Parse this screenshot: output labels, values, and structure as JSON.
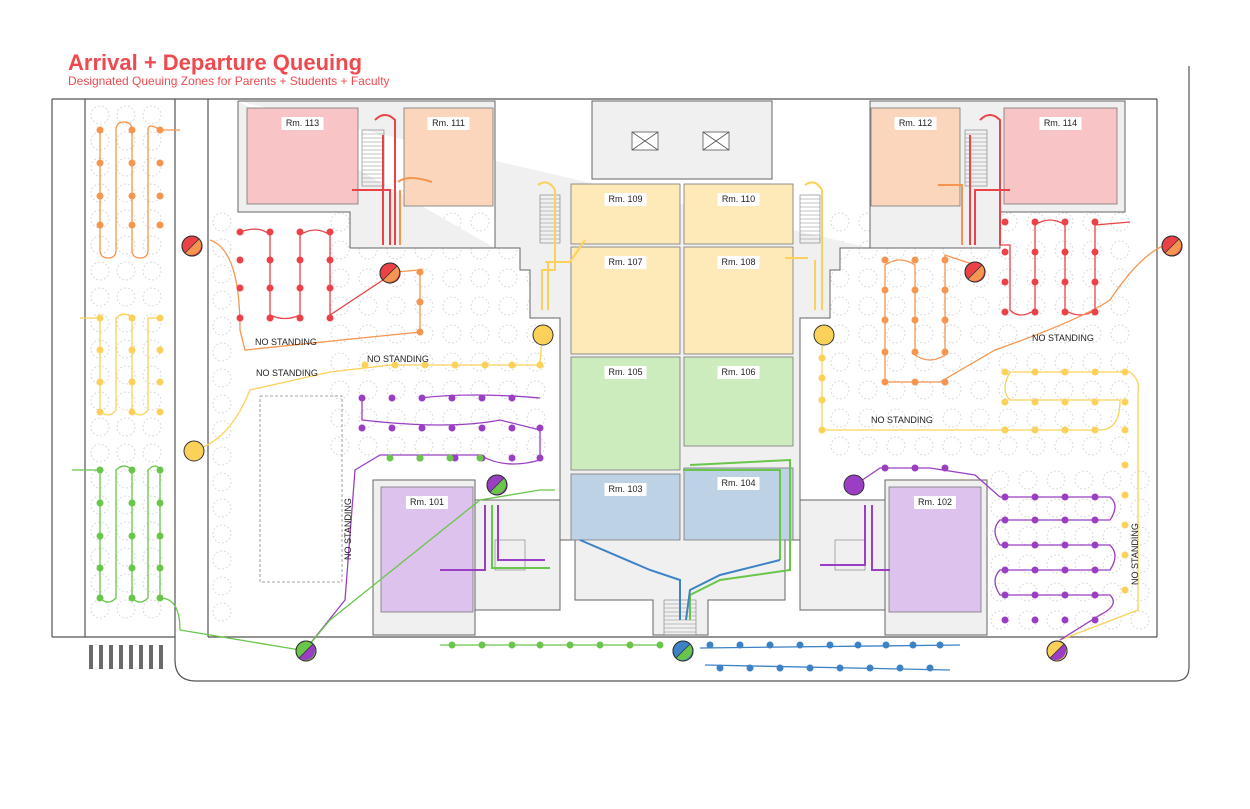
{
  "title": "Arrival + Departure Queuing",
  "subtitle": "Designated Queuing Zones for Parents + Students + Faculty",
  "colors": {
    "red": "#ec4247",
    "orange": "#f6954f",
    "yellow": "#fcd159",
    "purple": "#9a3fc4",
    "green": "#69c64a",
    "blue": "#3d82c6",
    "room_red": "#f8c4c6",
    "room_orange": "#fbd6bd",
    "room_yellow": "#fdeab8",
    "room_green": "#cdecbe",
    "room_blue": "#bed2e6",
    "room_purple": "#dcc2ec"
  },
  "rooms": [
    {
      "label": "Rm. 113",
      "color": "room_red"
    },
    {
      "label": "Rm. 111",
      "color": "room_orange"
    },
    {
      "label": "Rm. 109",
      "color": "room_yellow"
    },
    {
      "label": "Rm. 110",
      "color": "room_yellow"
    },
    {
      "label": "Rm. 112",
      "color": "room_orange"
    },
    {
      "label": "Rm. 114",
      "color": "room_red"
    },
    {
      "label": "Rm. 107",
      "color": "room_yellow"
    },
    {
      "label": "Rm. 108",
      "color": "room_yellow"
    },
    {
      "label": "Rm. 105",
      "color": "room_green"
    },
    {
      "label": "Rm. 106",
      "color": "room_green"
    },
    {
      "label": "Rm. 103",
      "color": "room_blue"
    },
    {
      "label": "Rm. 104",
      "color": "room_blue"
    },
    {
      "label": "Rm. 101",
      "color": "room_purple"
    },
    {
      "label": "Rm. 102",
      "color": "room_purple"
    }
  ],
  "no_standing": [
    "NO STANDING",
    "NO STANDING",
    "NO STANDING",
    "NO STANDING",
    "NO STANDING",
    "NO STANDING",
    "NO STANDING"
  ]
}
